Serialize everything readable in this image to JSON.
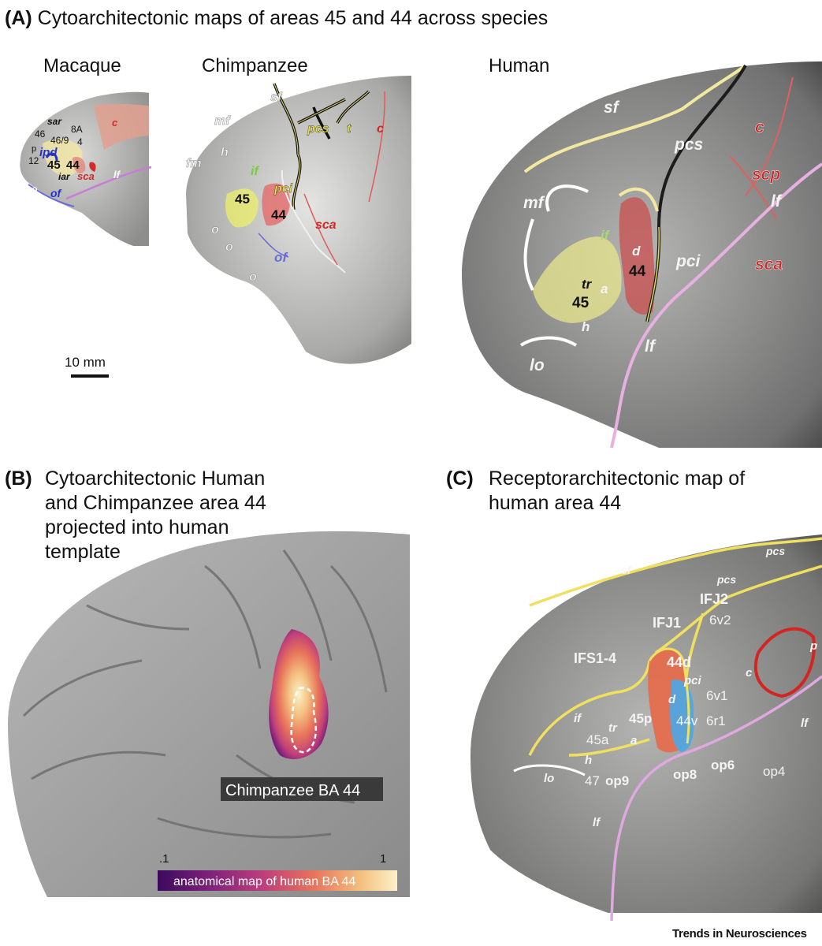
{
  "panelA": {
    "letter": "(A)",
    "title": "Cytoarchitectonic maps of areas 45 and 44 across species",
    "species": [
      "Macaque",
      "Chimpanzee",
      "Human"
    ],
    "scale_bar": "10 mm",
    "macaque_labels": [
      "sar",
      "46",
      "46/9",
      "8A",
      "4",
      "p",
      "12",
      "ipd",
      "45",
      "44",
      "iar",
      "sca",
      "c",
      "lf",
      "o",
      "of"
    ],
    "chimp_labels": [
      "sf",
      "mf",
      "fm",
      "h",
      "if",
      "45",
      "pci",
      "44",
      "pcs",
      "t",
      "c",
      "o",
      "o",
      "of",
      "sca",
      "o"
    ],
    "human_labels": [
      "sf",
      "pcs",
      "c",
      "scp",
      "lf",
      "mf",
      "pci",
      "if",
      "d",
      "44",
      "tr",
      "a",
      "45",
      "h",
      "sca",
      "lf",
      "lo"
    ]
  },
  "panelB": {
    "letter": "(B)",
    "title_lines": [
      "Cytoarchitectonic Human",
      "and Chimpanzee area 44",
      "projected into human",
      "template"
    ],
    "callout": "Chimpanzee BA 44",
    "colorbar_label": "anatomical map of human BA 44",
    "colorbar_min": ".1",
    "colorbar_max": "1",
    "colors": [
      "#3a0a5e",
      "#7a1f7a",
      "#c0407a",
      "#e8735a",
      "#f4c080",
      "#fbf2c8"
    ]
  },
  "panelC": {
    "letter": "(C)",
    "title_lines": [
      "Receptorarchitectonic map of",
      "human area 44"
    ],
    "labels": [
      "pcs",
      "sf",
      "pcs",
      "IFJ1",
      "IFJ2",
      "6v2",
      "IFS1-4",
      "44d",
      "pci",
      "c",
      "d",
      "6v1",
      "if",
      "tr",
      "45p",
      "44v",
      "6r1",
      "45a",
      "a",
      "h",
      "lo",
      "47",
      "op9",
      "op8",
      "op6",
      "op4",
      "lf",
      "lf",
      "p"
    ]
  },
  "footer": "Trends in Neurosciences"
}
